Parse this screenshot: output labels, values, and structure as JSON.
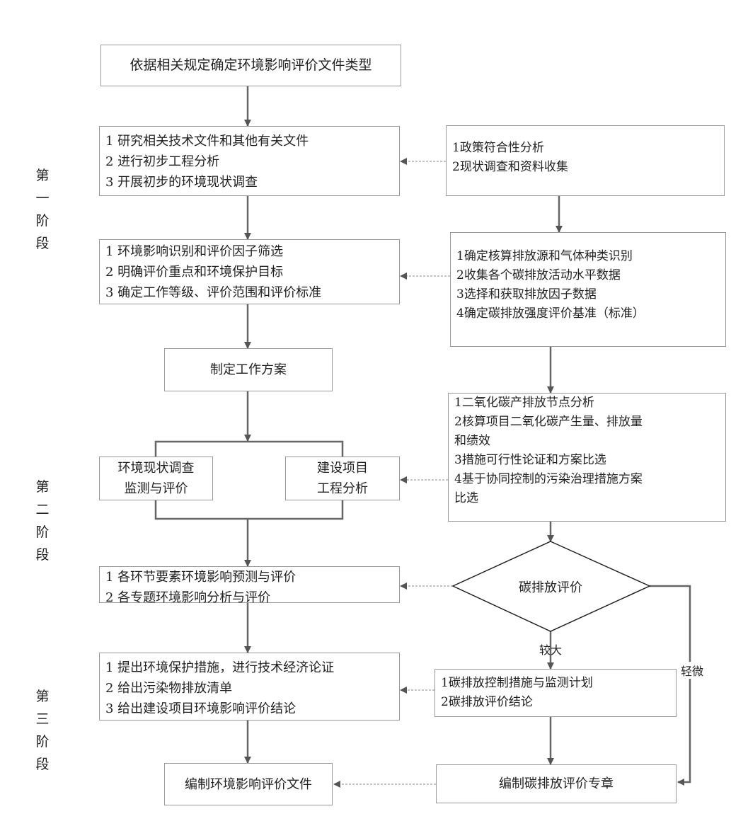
{
  "top_box": "依据相关规定确定环境影响评价文件类型",
  "phase_labels": [
    "第一阶段",
    "第二阶段",
    "第三阶段"
  ],
  "left": {
    "step1": [
      "1 研究相关技术文件和其他有关文件",
      "2 进行初步工程分析",
      "3 开展初步的环境现状调查"
    ],
    "step2": [
      "1 环境影响识别和评价因子筛选",
      "2 明确评价重点和环境保护目标",
      "3 确定工作等级、评价范围和评价标准"
    ],
    "plan": "制定工作方案",
    "survey": [
      "环境现状调查",
      "监测与评价"
    ],
    "project": [
      "建设项目",
      "工程分析"
    ],
    "predict": [
      "1 各环节要素环境影响预测与评价",
      "2 各专题环境影响分析与评价"
    ],
    "measures": [
      "1 提出环境保护措施，进行技术经济论证",
      "2 给出污染物排放清单",
      "3 给出建设项目环境影响评价结论"
    ],
    "final": "编制环境影响评价文件"
  },
  "right": {
    "r1": [
      "1政策符合性分析",
      "2现状调查和资料收集"
    ],
    "r2": [
      "1确定核算排放源和气体种类识别",
      "2收集各个碳排放活动水平数据",
      "3选择和获取排放因子数据",
      "4确定碳排放强度评价基准（标准）"
    ],
    "r3": [
      "1二氧化碳产排放节点分析",
      "2核算项目二氧化碳产生量、排放量",
      "和绩效",
      "3措施可行性论证和方案比选",
      "4基于协同控制的污染治理措施方案",
      "比选"
    ],
    "decision": "碳排放评价",
    "branch_major": "较大",
    "branch_minor": "轻微",
    "r4": [
      "1碳排放控制措施与监测计划",
      "2碳排放评价结论"
    ],
    "final": "编制碳排放评价专章"
  },
  "colors": {
    "line": "#666666",
    "border": "#999999",
    "dashed": "#888888"
  }
}
